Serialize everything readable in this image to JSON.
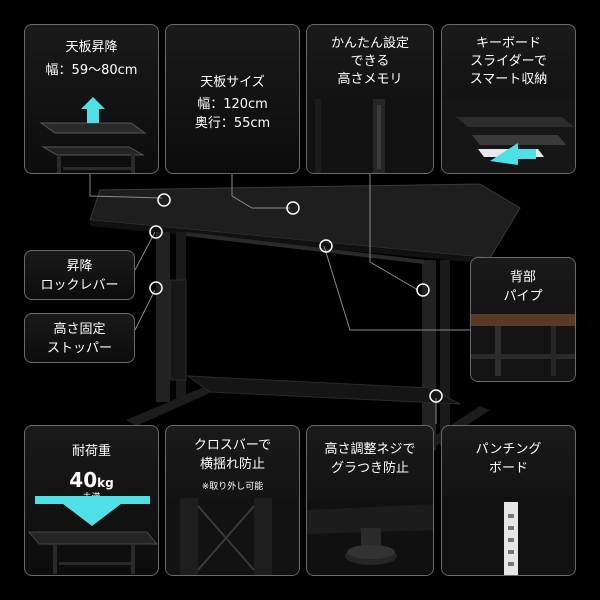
{
  "colors": {
    "accent": "#4fe0e6",
    "background": "#000000",
    "panel_border": "#6a6a6a"
  },
  "panels": {
    "top_raise": {
      "title": "天板昇降",
      "text": "幅：59～80cm"
    },
    "top_size": {
      "title": "天板サイズ",
      "text": "幅：120cm\n奥行：55cm"
    },
    "memory": {
      "title": "かんたん設定\nできる\n高さメモリ"
    },
    "keyboard": {
      "title": "キーボード\nスライダーで\nスマート収納"
    },
    "lock": {
      "title": "昇降\nロックレバー"
    },
    "stopper": {
      "title": "高さ固定\nストッパー"
    },
    "back_pipe": {
      "title": "背部\nパイプ"
    },
    "load": {
      "title": "耐荷重",
      "value": "40",
      "unit": "kg",
      "suffix": "未満"
    },
    "crossbar": {
      "title": "クロスバーで\n横揺れ防止",
      "note": "※取り外し可能"
    },
    "adjuster": {
      "title": "高さ調整ネジで\nグラつき防止"
    },
    "punching": {
      "title": "パンチング\nボード"
    }
  }
}
